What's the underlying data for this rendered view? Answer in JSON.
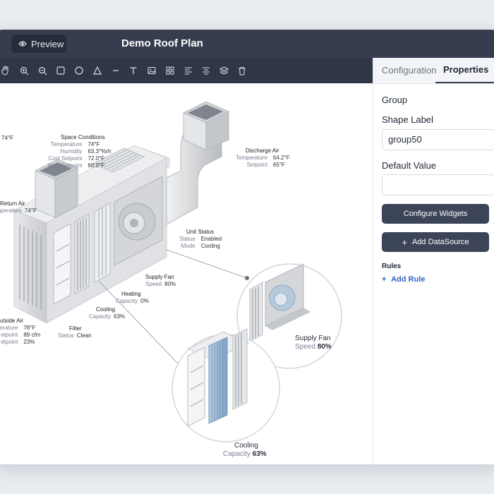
{
  "header": {
    "preview_label": "Preview",
    "title": "Demo Roof Plan"
  },
  "toolbar": {
    "tools": [
      "hand-icon",
      "zoom-in-icon",
      "zoom-out-icon",
      "rectangle-icon",
      "circle-icon",
      "triangle-icon",
      "line-icon",
      "text-icon",
      "image-icon",
      "grid-icon",
      "align-left-icon",
      "align-center-icon",
      "layers-icon",
      "trash-icon"
    ]
  },
  "panel": {
    "tab_configuration": "Configuration",
    "tab_properties": "Properties",
    "section_title": "Group",
    "shape_label_title": "Shape Label",
    "shape_label_value": "group50",
    "default_value_title": "Default Value",
    "default_value_value": "",
    "configure_widgets": "Configure Widgets",
    "add_datasource": "Add DataSource",
    "add_datasource_icon": "+",
    "rules_title": "Rules",
    "add_rule": "Add Rule",
    "add_rule_icon": "+"
  },
  "diagram": {
    "top_left_value": "74°F",
    "space_conditions": {
      "title": "Space Conditions",
      "rows": [
        {
          "key": "Temperature",
          "value": "74°F"
        },
        {
          "key": "Humidity",
          "value": "63.3°%rh"
        },
        {
          "key": "Cool Setpoint",
          "value": "72.0°F"
        },
        {
          "key": "Heat Setpoint",
          "value": "68.0°F"
        }
      ]
    },
    "discharge_air": {
      "title": "Discharge Air",
      "rows": [
        {
          "key": "Temperature",
          "value": "64.2°F"
        },
        {
          "key": "Setpoint",
          "value": "65°F"
        }
      ]
    },
    "return_air": {
      "title": "Return Air",
      "rows": [
        {
          "key": "emperature",
          "value": "74°F"
        }
      ]
    },
    "unit_status": {
      "title": "Unit Status",
      "rows": [
        {
          "key": "Status",
          "value": "Enabled"
        },
        {
          "key": "Mode",
          "value": "Cooling"
        }
      ]
    },
    "supply_fan": {
      "title": "Supply Fan",
      "rows": [
        {
          "key": "Speed",
          "value": "80%"
        }
      ]
    },
    "heating": {
      "title": "Heating",
      "rows": [
        {
          "key": "Capacity",
          "value": "0%"
        }
      ]
    },
    "cooling": {
      "title": "Cooling",
      "rows": [
        {
          "key": "Capacity",
          "value": "63%"
        }
      ]
    },
    "filter": {
      "title": "Filter",
      "rows": [
        {
          "key": "Status",
          "value": "Clean"
        }
      ]
    },
    "outside_air": {
      "title": "utside Air",
      "rows": [
        {
          "key": "erature",
          "value": "78°F"
        },
        {
          "key": "etpoint",
          "value": "89 cfm"
        },
        {
          "key": "etpoint",
          "value": "23%"
        }
      ]
    },
    "zoom_supply_fan": {
      "title": "Supply Fan",
      "key": "Speed",
      "value": "80%"
    },
    "zoom_cooling": {
      "title": "Cooling",
      "key": "Capacity",
      "value": "63%"
    }
  }
}
